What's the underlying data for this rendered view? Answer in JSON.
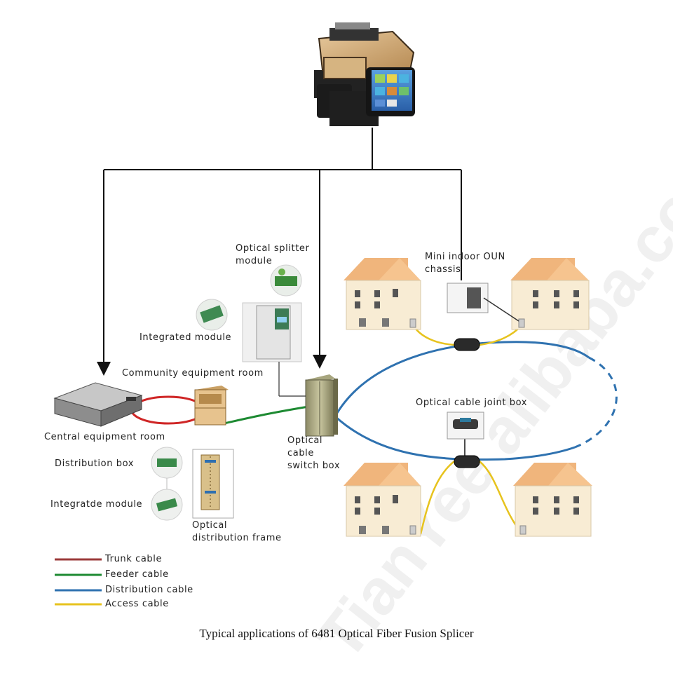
{
  "diagram": {
    "top_device": "Optical Fiber Fusion Splicer",
    "labels": {
      "optical_splitter_module": "Optical splitter\nmodule",
      "integrated_module": "Integrated module",
      "community_equipment_room": "Community equipment room",
      "central_equipment_room": "Central equipment room",
      "distribution_box": "Distribution box",
      "integratde_module": "Integratde module",
      "optical_distribution_frame": "Optical\ndistribution frame",
      "optical_cable_switch_box": "Optical\ncable\nswitch box",
      "mini_indoor_oun_chassis": "Mini indoor OUN\nchassis",
      "optical_cable_joint_box": "Optical cable joint box"
    },
    "legend": [
      {
        "label": "Trunk cable",
        "color": "#9b3a3a"
      },
      {
        "label": "Feeder cable",
        "color": "#1d8a32"
      },
      {
        "label": "Distribution cable",
        "color": "#2f72b0"
      },
      {
        "label": "Access cable",
        "color": "#e7c31e"
      }
    ],
    "caption": "Typical applications of 6481 Optical Fiber Fusion Splicer",
    "watermark": "TianYee alibaba.com"
  }
}
